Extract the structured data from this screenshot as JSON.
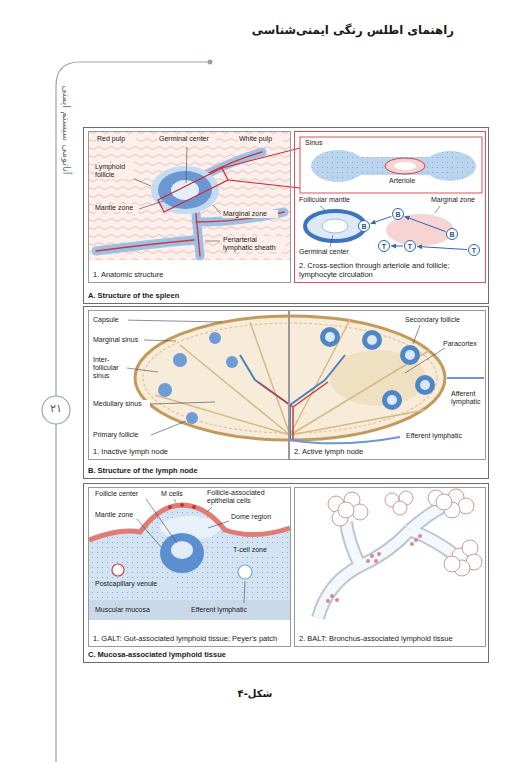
{
  "diagram": {
    "caption": "شکل-۴",
    "nodes": [
      {
        "text": [
          "A. Structure of the spleen"
        ]
      },
      {
        "text": [
          "1. Anatomic structure"
        ],
        "in": 0
      },
      {
        "text": [
          "2. Cross-section through arteriole and follicle; lymphocyte circulation"
        ],
        "in": 0
      },
      {
        "text": [
          "B"
        ],
        "in": 2
      },
      {
        "text": [
          "B"
        ],
        "in": 2
      },
      {
        "text": [
          "B"
        ],
        "in": 2
      },
      {
        "text": [
          "T"
        ],
        "in": 2
      },
      {
        "text": [
          "T"
        ],
        "in": 2
      },
      {
        "text": [
          "T"
        ],
        "in": 2
      },
      {
        "text": [
          "B. Structure of the lymph node"
        ]
      },
      {
        "text": [
          "1. Inactive lymph node"
        ],
        "in": 9
      },
      {
        "text": [
          "2. Active lymph node"
        ],
        "in": 9
      },
      {
        "text": [
          "C. Mucosa-associated lymphoid tissue"
        ]
      },
      {
        "text": [
          "1. GALT: Gut-associated lymphoid tissue; Peyer's patch"
        ],
        "in": 12
      },
      {
        "text": [
          "2. BALT: Bronchus-associated lymphoid tissue"
        ],
        "in": 12
      }
    ],
    "edges": [
      {
        "from": 5,
        "to": 3,
        "arrow": "to"
      },
      {
        "from": 3,
        "to": 4,
        "arrow": "to"
      },
      {
        "from": 8,
        "to": 7,
        "arrow": "to"
      },
      {
        "from": 7,
        "to": 6,
        "arrow": "to"
      }
    ],
    "labels": [
      "راهنمای اطلس رنگی ایمنی‌شناسی",
      "آناتومی سیستم ایمنی",
      "۲۱",
      "Red pulp",
      "Germinal center",
      "White pulp",
      "Lymphoid follicle",
      "Mantle zone",
      "Periarterial lymphatic sheath",
      "Marginal zone",
      "Sinus",
      "Arteriole",
      "Follicular mantle",
      "Marginal zone",
      "Germinal center",
      "Capsule",
      "Marginal sinus",
      "Inter- follicular sinus",
      "Medullary sinus",
      "Primary follicle",
      "Secondary follicle",
      "Paracortex",
      "Afferent lymphatic",
      "Efferent lymphatic",
      "Follicle center",
      "M cells",
      "Follicle-associated epithelial cells",
      "Mantle zone",
      "Dome region",
      "T-cell zone",
      "Postcapillary venule",
      "Muscular mucosa",
      "Efferent lymphatic"
    ]
  }
}
